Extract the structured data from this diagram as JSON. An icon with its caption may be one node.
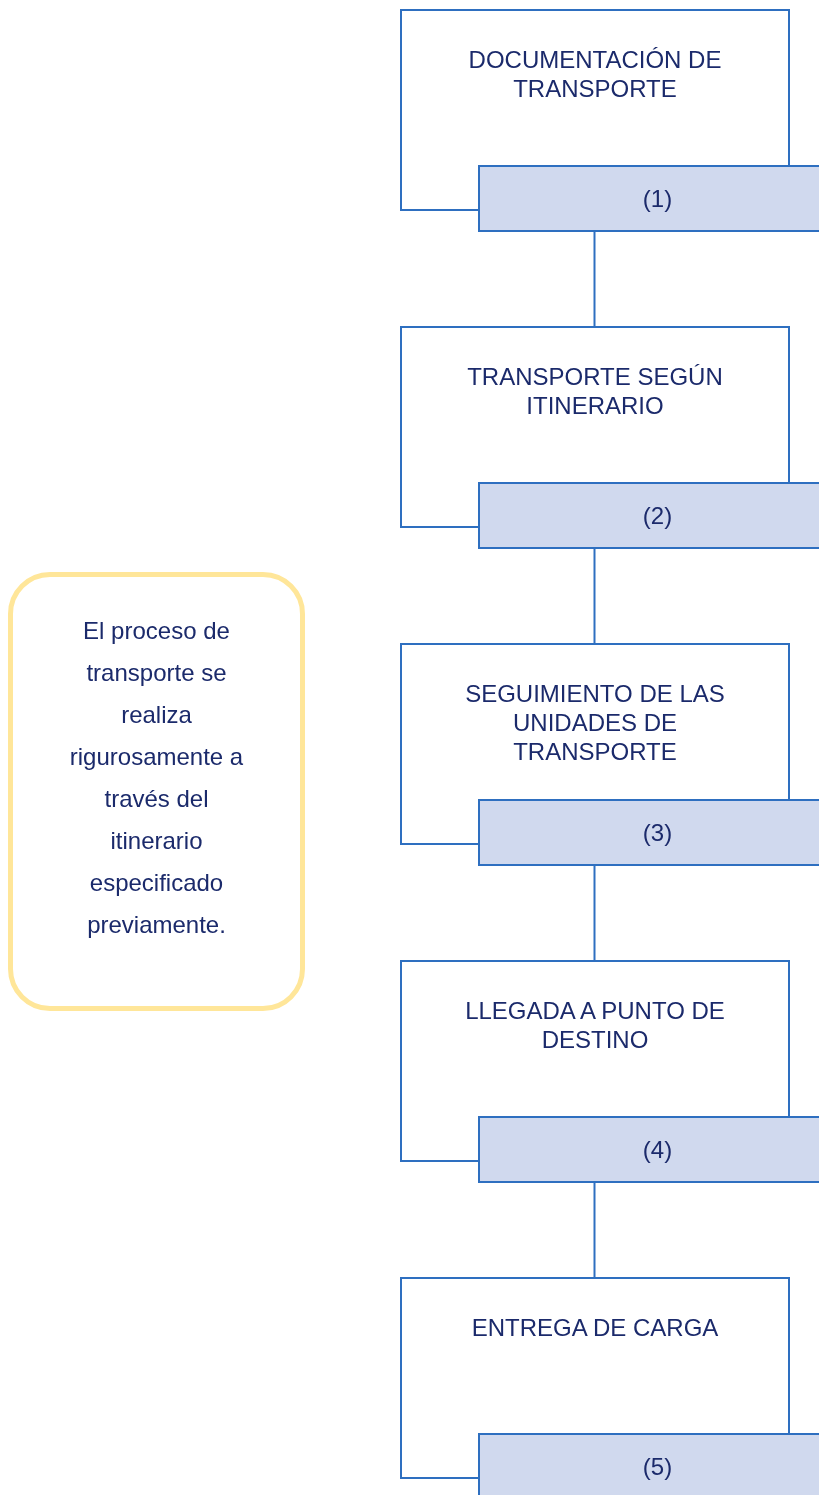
{
  "diagram": {
    "nodes": [
      {
        "text": [
          "DOCUMENTACIÓN DE TRANSPORTE"
        ]
      },
      {
        "text": [
          "(1)"
        ]
      },
      {
        "text": [
          "TRANSPORTE SEGÚN ITINERARIO"
        ]
      },
      {
        "text": [
          "(2)"
        ]
      },
      {
        "text": [
          "SEGUIMIENTO DE LAS UNIDADES DE TRANSPORTE"
        ]
      },
      {
        "text": [
          "(3)"
        ]
      },
      {
        "text": [
          "LLEGADA A PUNTO DE DESTINO"
        ]
      },
      {
        "text": [
          "(4)"
        ]
      },
      {
        "text": [
          "ENTREGA DE CARGA"
        ]
      },
      {
        "text": [
          "(5)"
        ]
      },
      {
        "text": [
          "El proceso de transporte se realiza rigurosamente a través del itinerario especificado previamente."
        ]
      }
    ],
    "edges": [
      {
        "from": 1,
        "to": 2,
        "arrow": "none"
      },
      {
        "from": 3,
        "to": 4,
        "arrow": "none"
      },
      {
        "from": 5,
        "to": 6,
        "arrow": "none"
      },
      {
        "from": 7,
        "to": 8,
        "arrow": "none"
      }
    ]
  }
}
